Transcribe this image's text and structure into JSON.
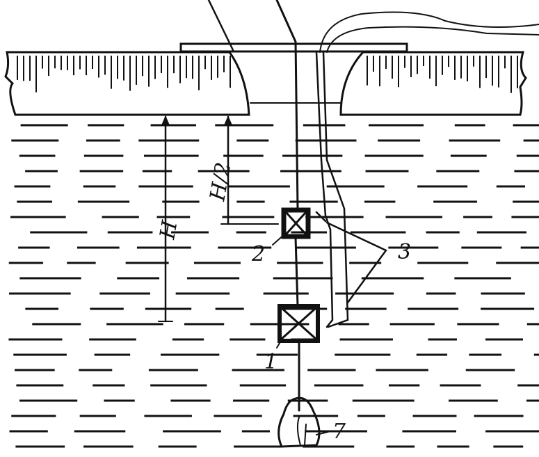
{
  "labels": {
    "depth_full": "H",
    "depth_half": "H/2",
    "bottle_lower": "1",
    "bottle_upper": "2",
    "cables": "3",
    "weight": "7"
  },
  "colors": {
    "ink": "#111111",
    "background": "#ffffff"
  }
}
